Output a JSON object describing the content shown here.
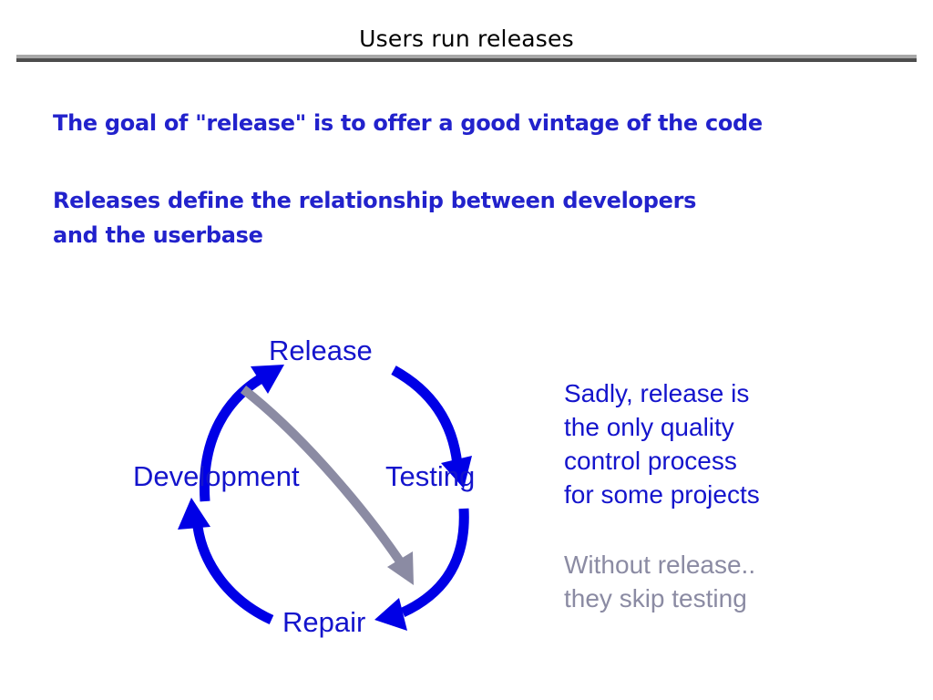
{
  "slide": {
    "title": "Users run releases",
    "bullets": [
      "The goal of \"release\" is to offer a good vintage of the code",
      "Releases define the relationship between developers\nand the userbase"
    ]
  },
  "diagram": {
    "type": "cycle",
    "nodes": [
      {
        "id": "release",
        "label": "Release"
      },
      {
        "id": "testing",
        "label": "Testing"
      },
      {
        "id": "repair",
        "label": "Repair"
      },
      {
        "id": "development",
        "label": "Development"
      }
    ],
    "edges": [
      {
        "from": "development",
        "to": "release",
        "color": "#0000e6",
        "style": "arc"
      },
      {
        "from": "release",
        "to": "testing",
        "color": "#0000e6",
        "style": "arc"
      },
      {
        "from": "testing",
        "to": "repair",
        "color": "#0000e6",
        "style": "arc"
      },
      {
        "from": "repair",
        "to": "development",
        "color": "#0000e6",
        "style": "arc"
      },
      {
        "from": "release",
        "to": "repair",
        "color": "#8b8ba3",
        "style": "shortcut"
      }
    ],
    "colors": {
      "arrow_blue": "#0000e6",
      "arrow_gray": "#8b8ba3",
      "label_blue": "#1414cc"
    }
  },
  "notes": {
    "blue": "Sadly, release is\nthe only quality\ncontrol process\nfor some projects",
    "gray": "Without release..\nthey skip testing"
  },
  "colors": {
    "text_blue": "#2222cc",
    "note_gray": "#8b8ba3",
    "rule_light": "#a8a8a8",
    "rule_dark": "#4d4d4d",
    "background": "#ffffff"
  }
}
